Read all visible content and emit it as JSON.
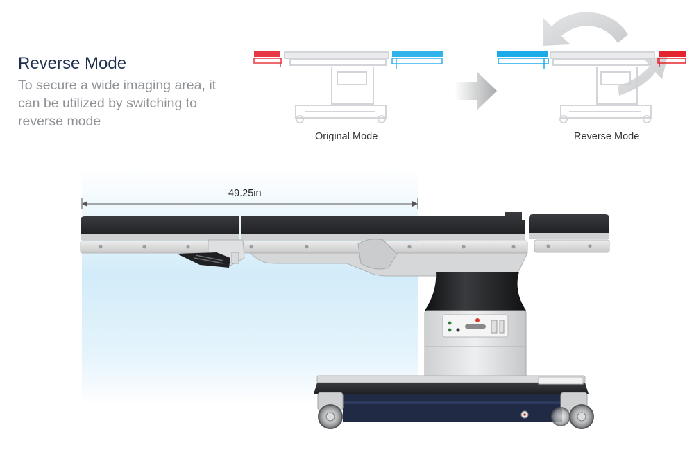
{
  "section": {
    "title": "Reverse Mode",
    "description": "To secure a wide imaging area, it can be utilized by switching to reverse mode"
  },
  "modes": {
    "original": {
      "label": "Original Mode"
    },
    "reverse": {
      "label": "Reverse Mode"
    }
  },
  "measurement": {
    "label": "49.25in"
  },
  "colors": {
    "highlight_red": "#e5232f",
    "highlight_blue": "#1aabe8",
    "heading": "#1d2f4f",
    "description": "#8e9297",
    "imaging_area": "#cfeaf8"
  }
}
